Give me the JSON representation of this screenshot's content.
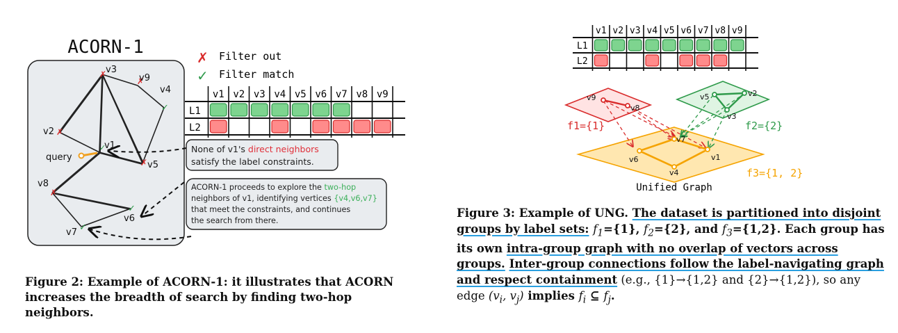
{
  "fig2": {
    "title": "ACORN-1",
    "legend_out": "Filter out",
    "legend_match": "Filter match",
    "columns": [
      "v1",
      "v2",
      "v3",
      "v4",
      "v5",
      "v6",
      "v7",
      "v8",
      "v9"
    ],
    "rows": [
      "L1",
      "L2"
    ],
    "L1_filled": [
      true,
      true,
      true,
      true,
      true,
      true,
      true,
      false,
      false
    ],
    "L2_filled": [
      true,
      false,
      false,
      true,
      false,
      true,
      true,
      true,
      true
    ],
    "nodes": {
      "v1": "v1",
      "v2": "v2",
      "v3": "v3",
      "v4": "v4",
      "v5": "v5",
      "v6": "v6",
      "v7": "v7",
      "v8": "v8",
      "v9": "v9",
      "query": "query"
    },
    "note1_a": "None of v1's ",
    "note1_b": "direct neighbors",
    "note1_c": "satisfy the label constraints.",
    "note2_a": "ACORN-1 proceeds to explore the ",
    "note2_b": "two-hop",
    "note2_c": "neighbors of v1, identifying vertices ",
    "note2_d": "{v4,v6,v7}",
    "note2_e": "that meet the constraints, and continues",
    "note2_f": "the search from there.",
    "caption": "Figure 2: Example of ACORN-1: it illustrates that ACORN increases the breadth of search by finding two-hop neighbors."
  },
  "fig3": {
    "columns": [
      "v1",
      "v2",
      "v3",
      "v4",
      "v5",
      "v6",
      "v7",
      "v8",
      "v9"
    ],
    "rows": [
      "L1",
      "L2"
    ],
    "L1_filled": [
      true,
      true,
      true,
      true,
      true,
      true,
      true,
      true,
      true
    ],
    "L2_filled": [
      true,
      false,
      false,
      true,
      false,
      true,
      true,
      true,
      false
    ],
    "f1": "f1={1}",
    "f2": "f2={2}",
    "f3": "f3={1, 2}",
    "label_unified": "Unified Graph",
    "nodes": {
      "v9": "v9",
      "v8": "v8",
      "v5": "v5",
      "v2": "v2",
      "v3": "v3",
      "v7": "v7",
      "v6": "v6",
      "v4": "v4",
      "v1": "v1"
    },
    "cap_head": "Figure 3: Example of UNG. ",
    "cap_u1": "The dataset is partitioned into disjoint groups by label sets:",
    "cap_f1_sym": "f",
    "cap_f1_sub": "1",
    "cap_f1_val": "={1}, ",
    "cap_f2_sym": "f",
    "cap_f2_sub": "2",
    "cap_f2_val": "={2}, and ",
    "cap_f3_sym": "f",
    "cap_f3_sub": "3",
    "cap_f3_val": "={1,2}. Each group has its own ",
    "cap_u2": "intra-group graph with no overlap of vectors across groups.",
    "cap_sp": " ",
    "cap_u3": "Inter-group connections follow the label-navigating graph and respect containment",
    "cap_tail1": " (e.g., {1}→{1,2} and {2}→{1,2}), so any edge ",
    "cap_edge": "(v",
    "cap_edge_i": "i",
    "cap_edge_mid": ", v",
    "cap_edge_j": "j",
    "cap_edge_end": ")",
    "cap_tail2": " implies ",
    "cap_fi": "f",
    "cap_fi_sub": "i",
    "cap_subset": " ⊆ ",
    "cap_fj": "f",
    "cap_fj_sub": "j",
    "cap_end": "."
  },
  "colors": {
    "green_fill": "#7ed48f",
    "green_stroke": "#2e9a4a",
    "red_fill": "#ff8b8b",
    "red_stroke": "#d92c2c",
    "orange_fill": "#ffd98a",
    "orange_stroke": "#f5a300",
    "panel_fill": "#e9ecef",
    "link_blue": "#2a9fe0"
  }
}
